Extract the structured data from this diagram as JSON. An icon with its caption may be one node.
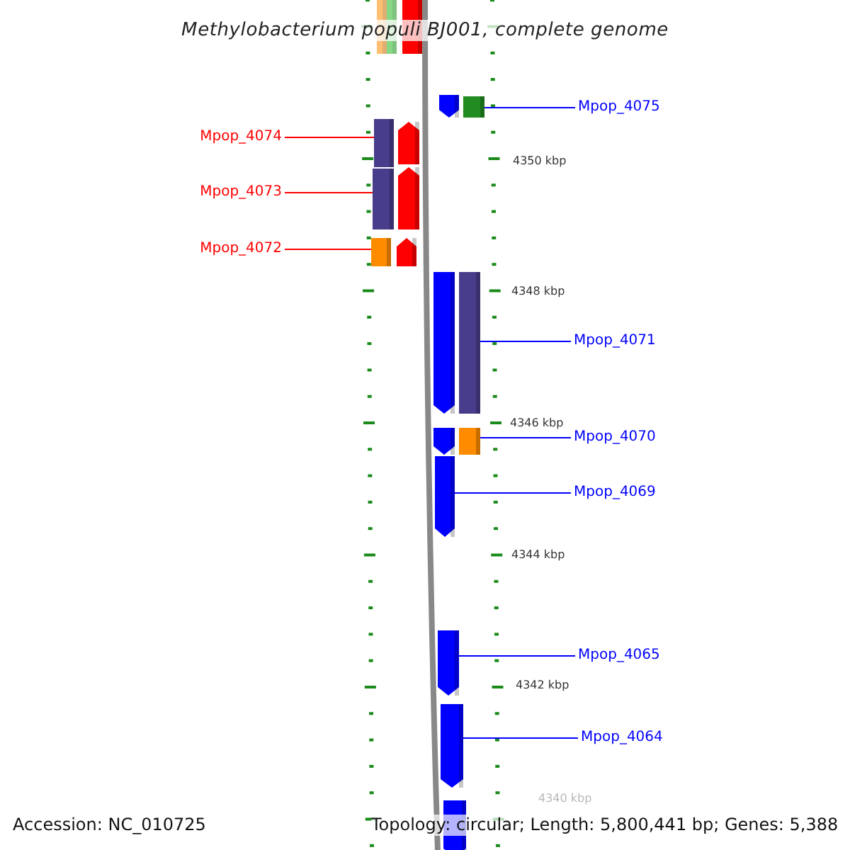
{
  "diagram": {
    "title": "Methylobacterium populi BJ001, complete genome",
    "nodes": [
      {
        "text": [
          "Mpop_4075"
        ]
      },
      {
        "text": [
          "Mpop_4074"
        ]
      },
      {
        "text": [
          "Mpop_4073"
        ]
      },
      {
        "text": [
          "Mpop_4072"
        ]
      },
      {
        "text": [
          "Mpop_4071"
        ]
      },
      {
        "text": [
          "Mpop_4070"
        ]
      },
      {
        "text": [
          "Mpop_4069"
        ]
      },
      {
        "text": [
          "Mpop_4065"
        ]
      },
      {
        "text": [
          "Mpop_4064"
        ]
      },
      {
        "text": [],
        "shape": "box"
      },
      {
        "text": [],
        "shape": "box"
      },
      {
        "text": [],
        "shape": "arrow"
      },
      {
        "text": [],
        "shape": "arrow"
      },
      {
        "text": [],
        "shape": "box"
      },
      {
        "text": [],
        "shape": "box"
      },
      {
        "text": [],
        "shape": "arrow"
      },
      {
        "text": [],
        "shape": "box"
      },
      {
        "text": [],
        "shape": "arrow"
      },
      {
        "text": [],
        "shape": "box"
      },
      {
        "text": [],
        "shape": "arrow"
      },
      {
        "text": [],
        "shape": "arrow"
      },
      {
        "text": [],
        "shape": "box"
      },
      {
        "text": [],
        "shape": "arrow"
      },
      {
        "text": [],
        "shape": "box"
      },
      {
        "text": [],
        "shape": "arrow"
      },
      {
        "text": [],
        "shape": "arrow"
      },
      {
        "text": [],
        "shape": "arrow"
      },
      {
        "text": [],
        "shape": "arrow"
      }
    ],
    "edges": [
      {
        "from": 0,
        "to": 13,
        "arrow": "none"
      },
      {
        "from": 1,
        "to": 14,
        "arrow": "none",
        "color": "#ff0000"
      },
      {
        "from": 2,
        "to": 16,
        "arrow": "none",
        "color": "#ff0000"
      },
      {
        "from": 3,
        "to": 18,
        "arrow": "none",
        "color": "#ff0000"
      },
      {
        "from": 4,
        "to": 21,
        "arrow": "none"
      },
      {
        "from": 5,
        "to": 23,
        "arrow": "none"
      },
      {
        "from": 6,
        "to": 24,
        "arrow": "none"
      },
      {
        "from": 7,
        "to": 25,
        "arrow": "none"
      },
      {
        "from": 8,
        "to": 26,
        "arrow": "none"
      }
    ],
    "labels": [
      "4350 kbp",
      "4348 kbp",
      "4346 kbp",
      "4344 kbp",
      "4342 kbp",
      "4340 kbp",
      "Accession: NC_010725",
      "Topology: circular; Length: 5,800,441 bp; Genes: 5,388"
    ]
  }
}
